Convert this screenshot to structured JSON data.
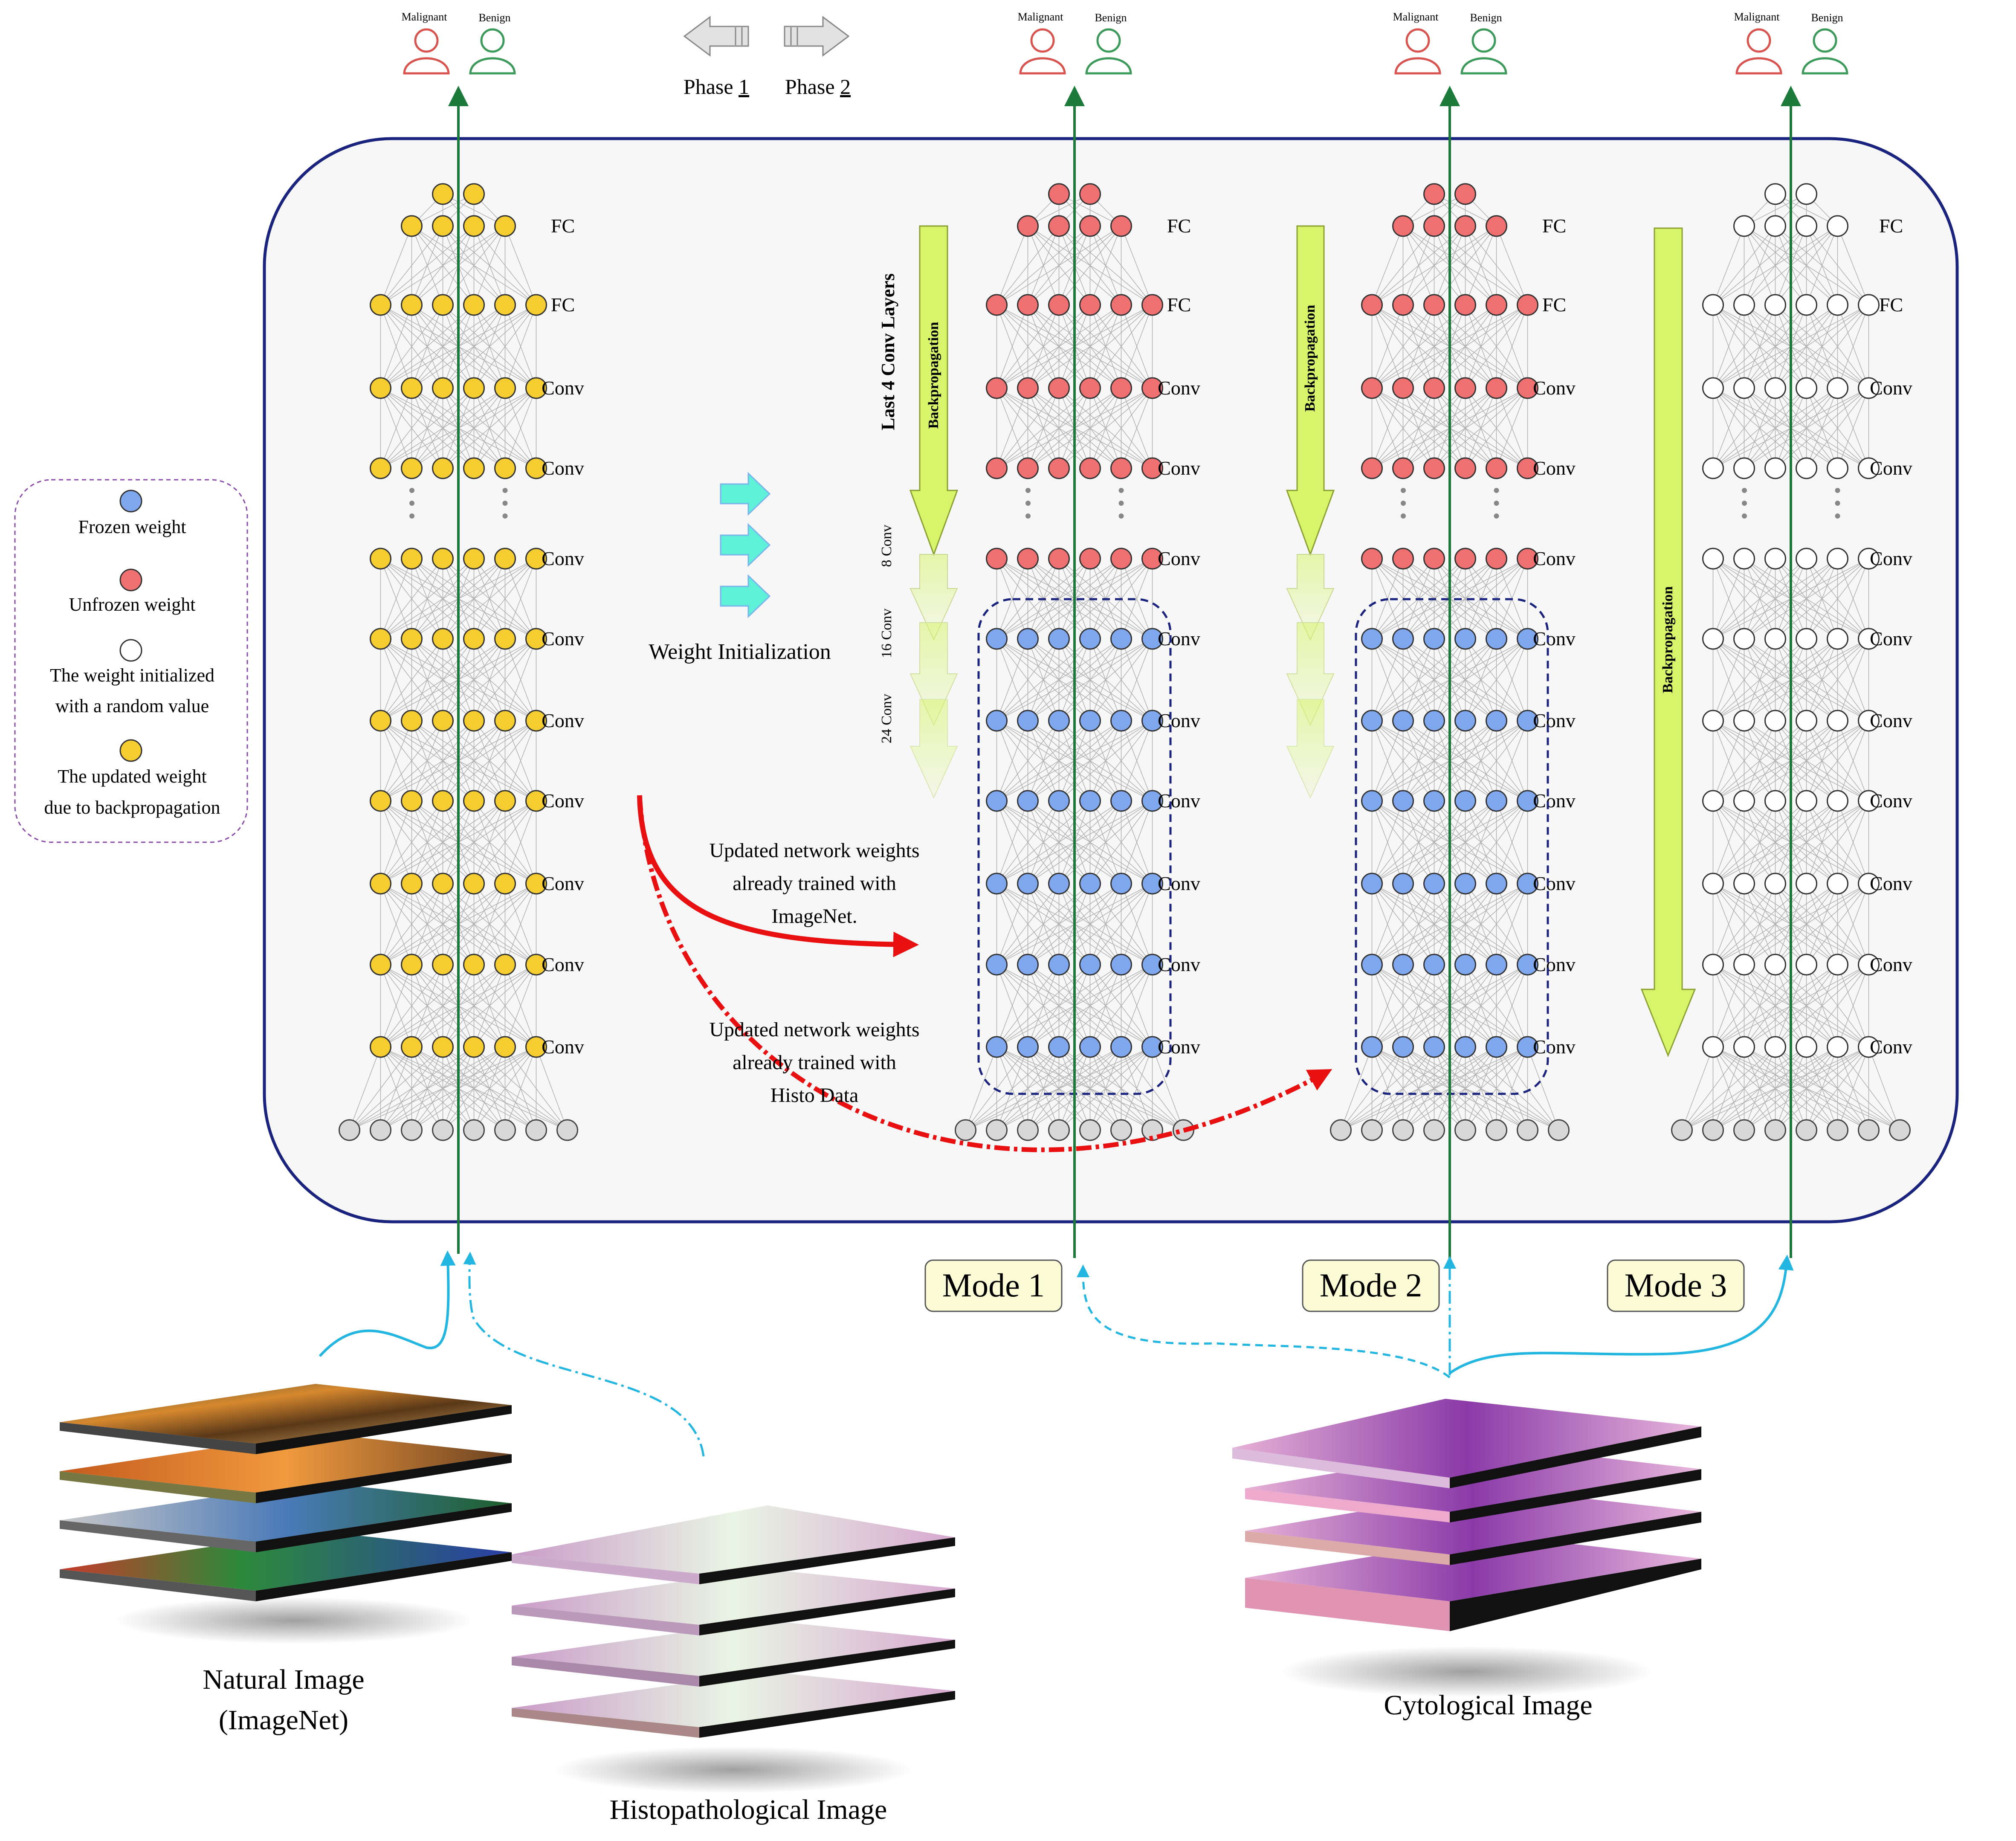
{
  "phase_legend": {
    "phase1": "Phase 1",
    "phase2": "Phase 2",
    "phase1_num": "1",
    "phase2_num": "2",
    "phase_word": "Phase"
  },
  "outputs": {
    "malignant": "Malignant",
    "benign": "Benign"
  },
  "layer_labels": {
    "fc": "FC",
    "conv": "Conv"
  },
  "legend": {
    "frozen": "Frozen weight",
    "unfrozen": "Unfrozen weight",
    "random_line1": "The weight initialized",
    "random_line2": "with a random value",
    "updated_line1": "The updated weight",
    "updated_line2": "due to backpropagation"
  },
  "weight_init": "Weight  Initialization",
  "last_conv_layers": "Last 4 Conv Layers",
  "conv_depths": [
    "8 Conv",
    "16 Conv",
    "24 Conv"
  ],
  "backprop": "Backpropagation",
  "annotations": {
    "imagenet_line1": "Updated network weights",
    "imagenet_line2": "already trained with",
    "imagenet_line3": "ImageNet.",
    "histo_line1": "Updated network weights",
    "histo_line2": "already trained with",
    "histo_line3": "Histo Data"
  },
  "modes": [
    "Mode 1",
    "Mode 2",
    "Mode 3"
  ],
  "datasets": {
    "natural_line1": "Natural Image",
    "natural_line2": "(ImageNet)",
    "histo": "Histopathological Image",
    "cyto": "Cytological Image"
  },
  "colors": {
    "frozen": "#7fa7ee",
    "unfrozen": "#ee7070",
    "random": "#ffffff",
    "updated": "#f5cd30",
    "input": "#d8d8d8",
    "panel_border": "#1a237e",
    "panel_fill": "#f7f7f7",
    "green_flow": "#1b7a3a",
    "cyan_flow": "#22b6e0",
    "red_arrow": "#e81010",
    "backprop_arrow": "#d7f46a",
    "malignant_icon": "#d9534f",
    "benign_icon": "#3c9a5a",
    "mode_box_fill": "#fbfbd6"
  }
}
